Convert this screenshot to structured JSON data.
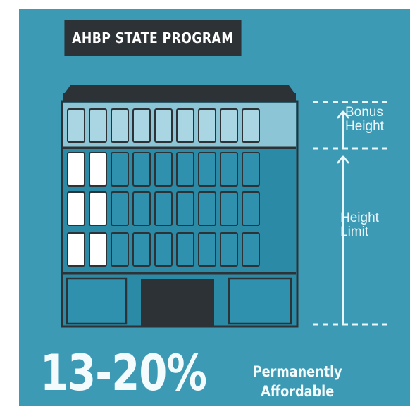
{
  "header": {
    "title": "AHBP STATE PROGRAM"
  },
  "labels": {
    "bonus": [
      "Bonus",
      "Height"
    ],
    "limit": [
      "Height",
      "Limit"
    ]
  },
  "stat": {
    "value": "13-20%",
    "caption": [
      "Permanently",
      "Affordable"
    ]
  },
  "building": {
    "columns": 9,
    "bonus_floor_rows": 1,
    "regular_floor_rows": 3,
    "affordable_units_per_floor": 2
  },
  "colors": {
    "background": "#3c9ab4",
    "dark": "#2d3236",
    "bonus_floor": "#8cc6d6",
    "affordable_unit": "#ffffff",
    "window": "#2f91ad",
    "text": "#f4fbfd"
  },
  "icons": [
    "up-arrow-icon",
    "dashed-line-icon"
  ]
}
